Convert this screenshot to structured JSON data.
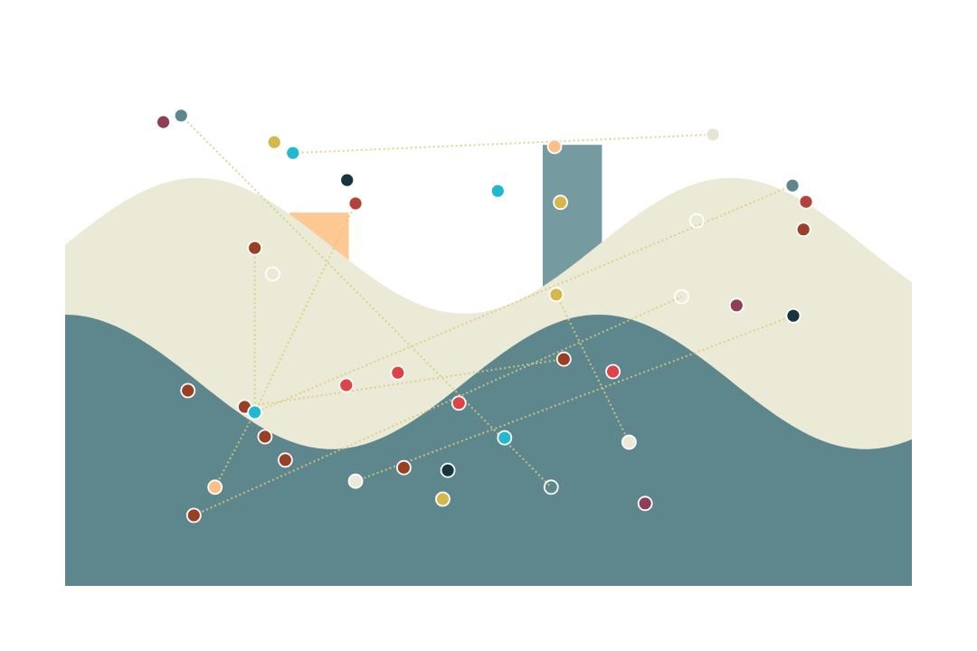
{
  "chart_data": {
    "type": "scatter",
    "title": "",
    "xlabel": "",
    "ylabel": "",
    "xlim": [
      0,
      100
    ],
    "ylim": [
      0,
      100
    ],
    "grid": false,
    "legend": "none",
    "colors": {
      "back_area": "#ebead6",
      "front_area": "#5e878d",
      "bar_orange": "#fdc894",
      "bar_teal": "#759aa0",
      "connector": "#dccb7a",
      "point_stroke": "#ffffff"
    },
    "areas": [
      {
        "name": "back-wave",
        "color": "#ebead6",
        "mid": 62.7,
        "amplitude": 12.5,
        "period": 63,
        "peak_x": 15.6
      },
      {
        "name": "front-wave",
        "color": "#5e878d",
        "mid": 37.6,
        "amplitude": 12.4,
        "period": 63,
        "peak_x": 0
      }
    ],
    "bars": [
      {
        "name": "orange-bar",
        "x0": 26.5,
        "x1": 33.5,
        "top": 68.8,
        "color": "#fdc894"
      },
      {
        "name": "teal-bar",
        "x0": 56.4,
        "x1": 63.4,
        "top": 81.3,
        "color": "#759aa0"
      }
    ],
    "points": [
      {
        "x": 11.6,
        "y": 85.5,
        "color": "#8e3f55"
      },
      {
        "x": 13.7,
        "y": 86.7,
        "color": "#5e878d"
      },
      {
        "x": 24.7,
        "y": 81.8,
        "color": "#d4b94a"
      },
      {
        "x": 26.9,
        "y": 79.8,
        "color": "#22b8d0"
      },
      {
        "x": 33.3,
        "y": 74.8,
        "color": "#17353e"
      },
      {
        "x": 34.3,
        "y": 70.5,
        "color": "#b5423a"
      },
      {
        "x": 51.1,
        "y": 72.8,
        "color": "#22b8d0"
      },
      {
        "x": 57.8,
        "y": 81.0,
        "color": "#fdbf86"
      },
      {
        "x": 58.5,
        "y": 70.7,
        "color": "#d4b94a"
      },
      {
        "x": 76.5,
        "y": 83.2,
        "color": "#e6e5d2"
      },
      {
        "x": 85.9,
        "y": 73.8,
        "color": "#5e878d"
      },
      {
        "x": 87.5,
        "y": 70.8,
        "color": "#b5423a"
      },
      {
        "x": 87.2,
        "y": 65.7,
        "color": "#983f24"
      },
      {
        "x": 74.6,
        "y": 67.3,
        "color": "none"
      },
      {
        "x": 22.4,
        "y": 62.3,
        "color": "#983f24"
      },
      {
        "x": 24.5,
        "y": 57.5,
        "color": "none"
      },
      {
        "x": 58.0,
        "y": 53.7,
        "color": "#d4b94a"
      },
      {
        "x": 72.8,
        "y": 53.3,
        "color": "none"
      },
      {
        "x": 79.3,
        "y": 51.7,
        "color": "#8e3f55"
      },
      {
        "x": 86.0,
        "y": 49.8,
        "color": "#17353e"
      },
      {
        "x": 14.5,
        "y": 36.0,
        "color": "#983f24"
      },
      {
        "x": 21.2,
        "y": 33.0,
        "color": "#983f24"
      },
      {
        "x": 22.4,
        "y": 32.0,
        "color": "#22b8d0"
      },
      {
        "x": 23.6,
        "y": 27.5,
        "color": "#983f24"
      },
      {
        "x": 26.0,
        "y": 23.2,
        "color": "#983f24"
      },
      {
        "x": 17.7,
        "y": 18.2,
        "color": "#fdbf86"
      },
      {
        "x": 15.2,
        "y": 13.0,
        "color": "#983f24"
      },
      {
        "x": 33.2,
        "y": 37.0,
        "color": "#dc4448"
      },
      {
        "x": 39.3,
        "y": 39.3,
        "color": "#dc4448"
      },
      {
        "x": 58.9,
        "y": 41.8,
        "color": "#983f24"
      },
      {
        "x": 64.7,
        "y": 39.5,
        "color": "#dc4448"
      },
      {
        "x": 46.5,
        "y": 33.7,
        "color": "#dc4448"
      },
      {
        "x": 51.9,
        "y": 27.3,
        "color": "#22b8d0"
      },
      {
        "x": 66.6,
        "y": 26.5,
        "color": "#ebead6"
      },
      {
        "x": 34.3,
        "y": 19.3,
        "color": "#ebead6"
      },
      {
        "x": 40.0,
        "y": 21.8,
        "color": "#983f24"
      },
      {
        "x": 45.2,
        "y": 21.3,
        "color": "#17353e"
      },
      {
        "x": 44.6,
        "y": 16.0,
        "color": "#d4b94a"
      },
      {
        "x": 57.4,
        "y": 18.2,
        "color": "none"
      },
      {
        "x": 68.5,
        "y": 15.2,
        "color": "#8e3f55"
      }
    ],
    "connectors": [
      [
        1,
        38
      ],
      [
        3,
        9
      ],
      [
        5,
        22
      ],
      [
        14,
        22
      ],
      [
        21,
        29
      ],
      [
        25,
        22
      ],
      [
        26,
        17
      ],
      [
        16,
        33
      ],
      [
        34,
        19
      ],
      [
        10,
        22
      ]
    ]
  }
}
